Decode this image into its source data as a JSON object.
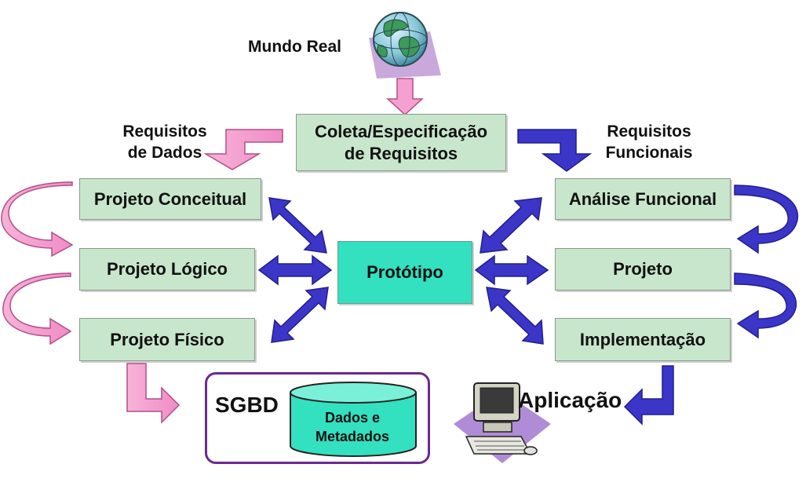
{
  "top": {
    "world_label": "Mundo Real"
  },
  "requirements": {
    "collect_line1": "Coleta/Especificação",
    "collect_line2": "de Requisitos",
    "data_label_line1": "Requisitos",
    "data_label_line2": "de Dados",
    "functional_label_line1": "Requisitos",
    "functional_label_line2": "Funcionais"
  },
  "left_column": {
    "conceptual": "Projeto Conceitual",
    "logical": "Projeto Lógico",
    "physical": "Projeto Físico"
  },
  "center": {
    "prototype": "Protótipo"
  },
  "right_column": {
    "analysis": "Análise Funcional",
    "design": "Projeto",
    "implementation": "Implementação"
  },
  "bottom": {
    "sgbd": "SGBD",
    "cylinder_line1": "Dados e",
    "cylinder_line2": "Metadados",
    "application": "Aplicação"
  },
  "colors": {
    "box_fill": "#c8e6cc",
    "prototype_fill": "#33e0c0",
    "pink_arrow": "#f5a0d0",
    "blue_arrow": "#3b35c8",
    "sgbd_border": "#6b2a90"
  },
  "icons": [
    "globe-icon",
    "computer-icon",
    "database-cylinder-icon"
  ]
}
